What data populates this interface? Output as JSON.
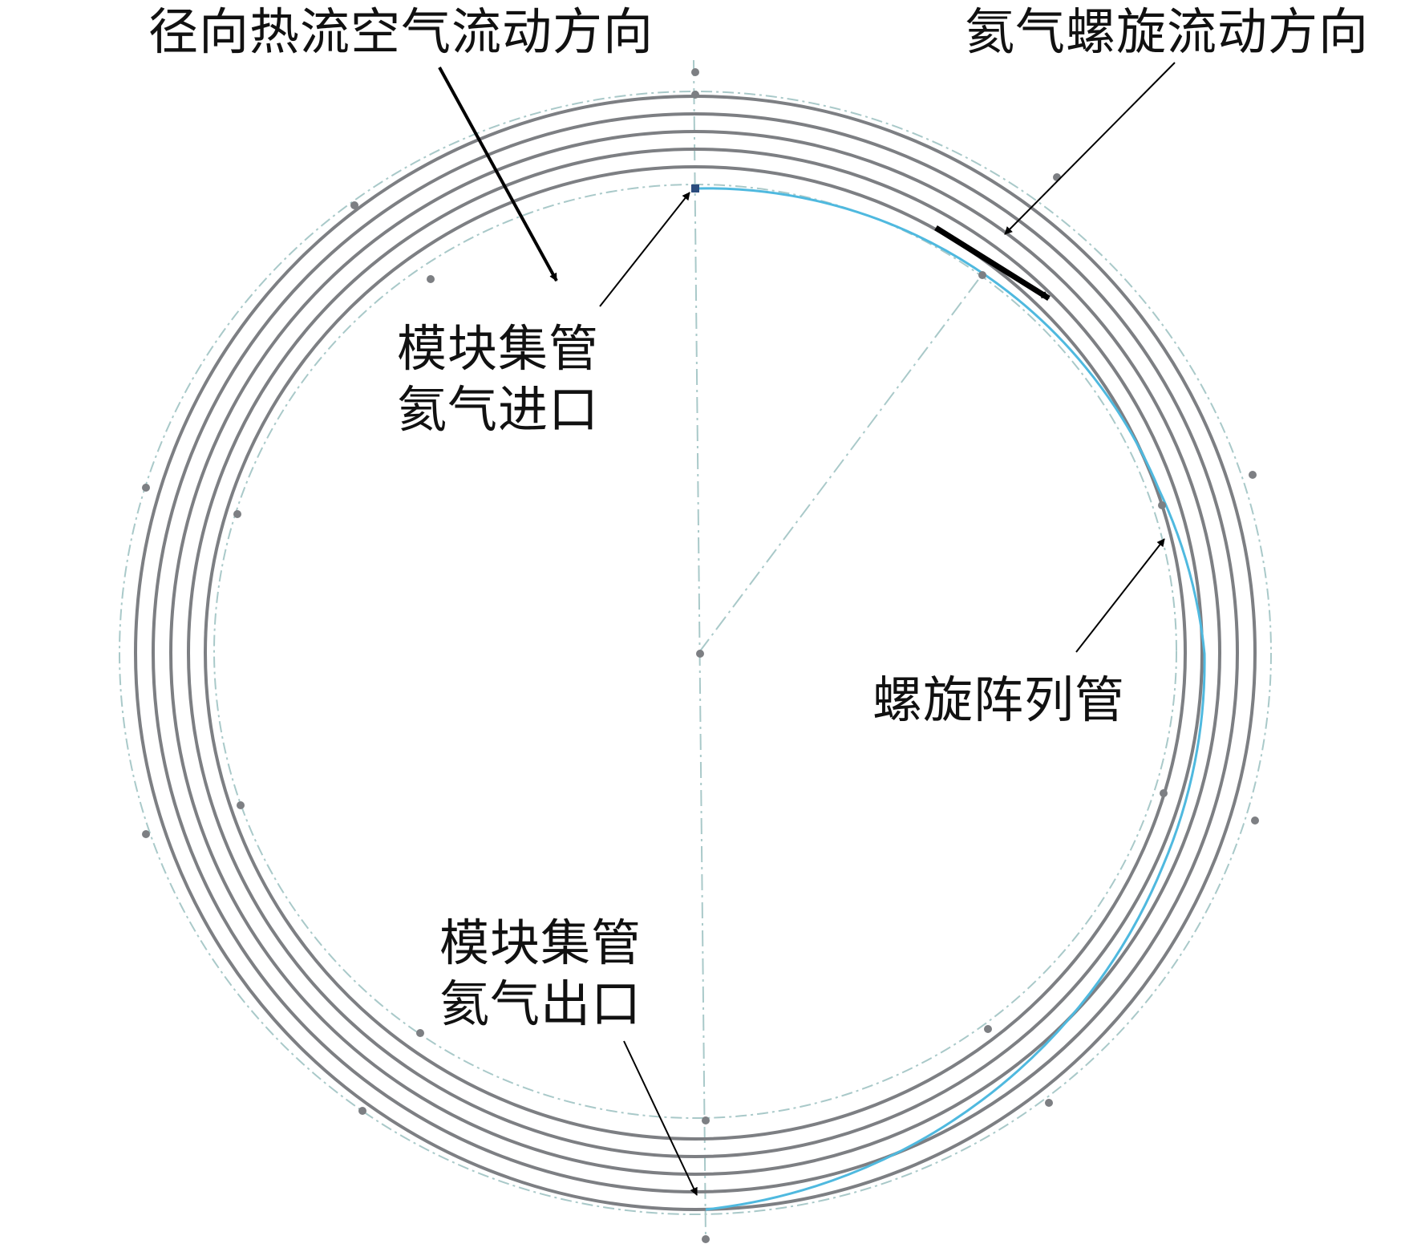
{
  "labels": {
    "radial_air_flow": "径向热流空气流动方向",
    "helium_spiral_flow": "氦气螺旋流动方向",
    "header_inlet_line1": "模块集管",
    "header_inlet_line2": "氦气进口",
    "spiral_array_tube": "螺旋阵列管",
    "header_outlet_line1": "模块集管",
    "header_outlet_line2": "氦气出口"
  },
  "colors": {
    "tube": "#7d7f83",
    "highlight_tube": "#4fb9df",
    "construction_line": "#a9c9c9",
    "arrow": "#000000",
    "text": "#111111"
  },
  "rings": 6
}
